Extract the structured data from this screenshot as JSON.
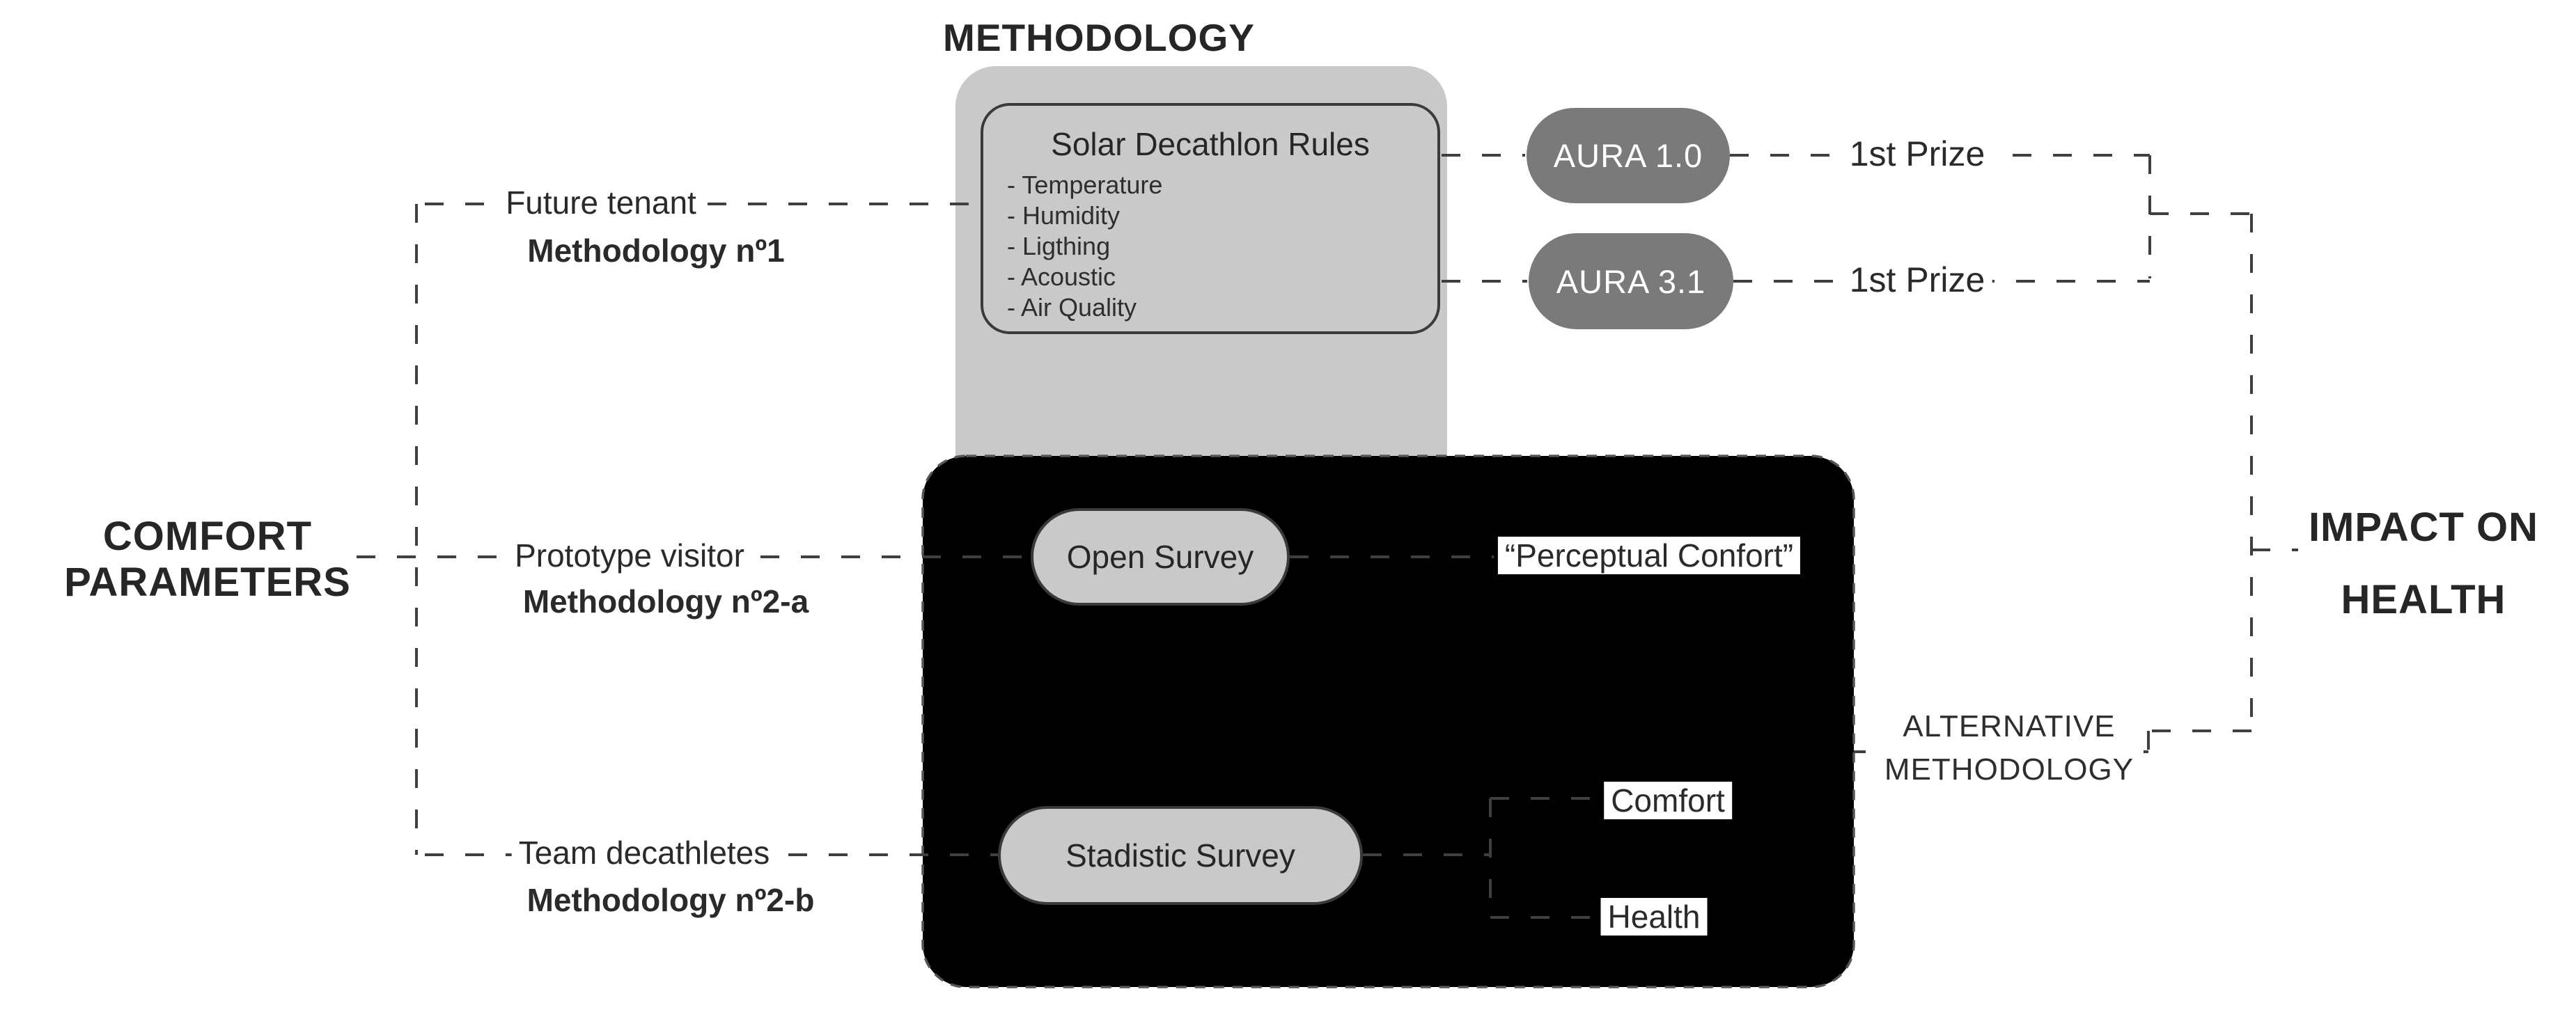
{
  "title": "METHODOLOGY",
  "left_heading": {
    "line1": "COMFORT",
    "line2": "PARAMETERS"
  },
  "right_heading": {
    "line1": "IMPACT ON",
    "line2": "HEALTH"
  },
  "rows": [
    {
      "label": "Future tenant",
      "method": "Methodology nº1"
    },
    {
      "label": "Prototype visitor",
      "method": "Methodology nº2-a"
    },
    {
      "label": "Team decathletes",
      "method": "Methodology nº2-b"
    }
  ],
  "rules_box": {
    "title": "Solar Decathlon Rules",
    "items": [
      "- Temperature",
      "- Humidity",
      "- Ligthing",
      "- Acoustic",
      "- Air Quality"
    ]
  },
  "aura_pills": {
    "aura1": "AURA 1.0",
    "aura2": "AURA 3.1"
  },
  "prizes": {
    "prize1": "1st Prize",
    "prize2": "1st Prize"
  },
  "surveys": {
    "open": "Open Survey",
    "stadistic": "Stadistic Survey"
  },
  "labels": {
    "perceptual": "“Perceptual Confort”",
    "comfort": "Comfort",
    "health": "Health",
    "alternative_line1": "ALTERNATIVE",
    "alternative_line2": "METHODOLOGY"
  },
  "colors": {
    "panel_gray": "#c9c9c9",
    "aura_pill_gray": "#7a7a7a",
    "line_dark": "#3f3f3f",
    "text_dark": "#262626",
    "background": "#ffffff"
  }
}
